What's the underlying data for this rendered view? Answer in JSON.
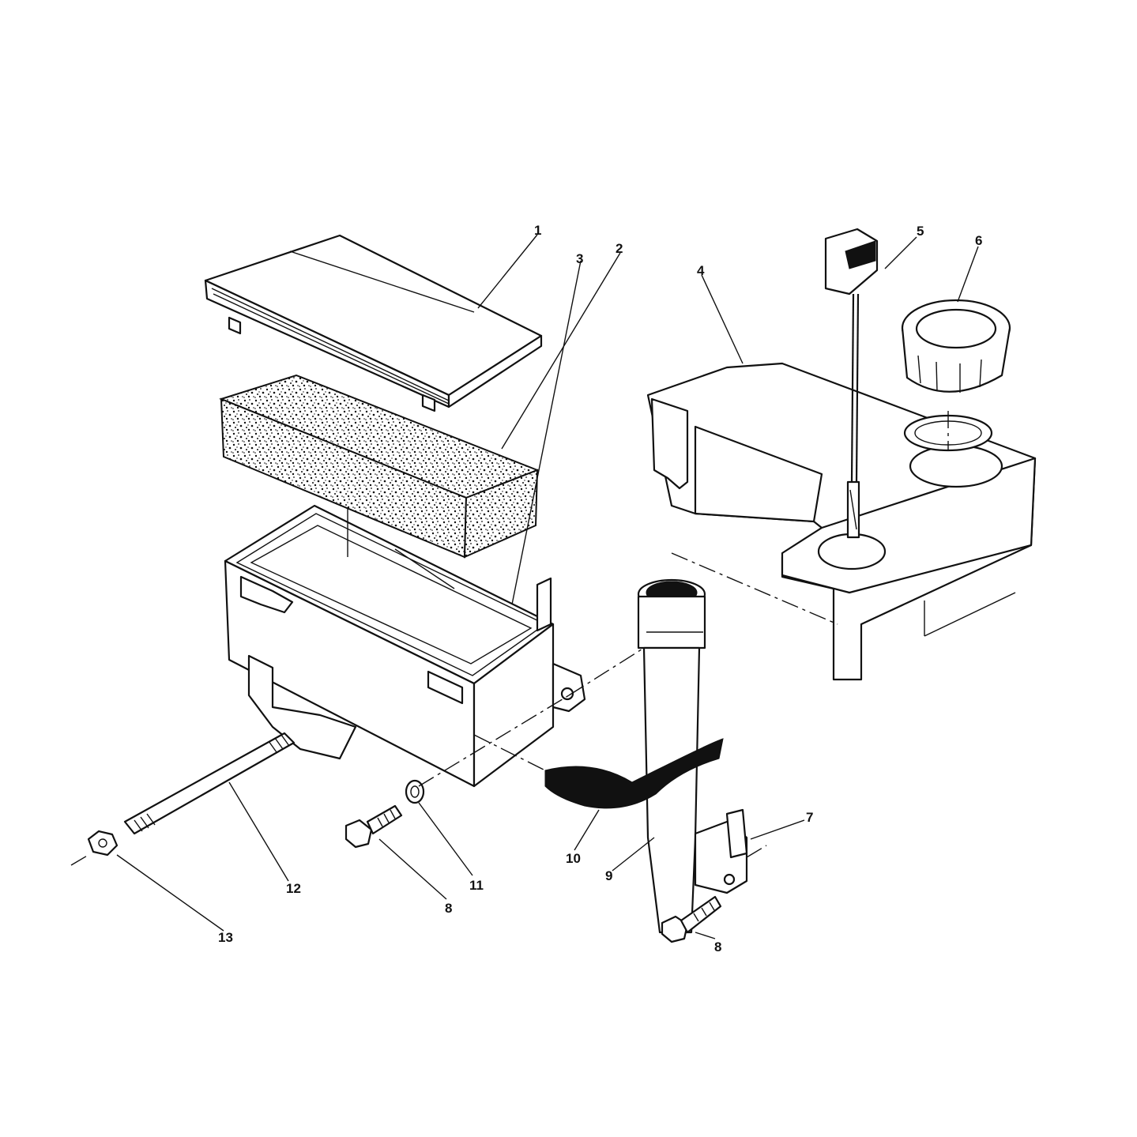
{
  "callouts": [
    {
      "id": "1",
      "label": "1"
    },
    {
      "id": "2",
      "label": "2"
    },
    {
      "id": "3",
      "label": "3"
    },
    {
      "id": "4",
      "label": "4"
    },
    {
      "id": "5",
      "label": "5"
    },
    {
      "id": "6",
      "label": "6"
    },
    {
      "id": "7",
      "label": "7"
    },
    {
      "id": "8a",
      "label": "8"
    },
    {
      "id": "8b",
      "label": "8"
    },
    {
      "id": "9",
      "label": "9"
    },
    {
      "id": "10",
      "label": "10"
    },
    {
      "id": "11",
      "label": "11"
    },
    {
      "id": "12",
      "label": "12"
    },
    {
      "id": "13",
      "label": "13"
    }
  ],
  "colors": {
    "ink": "#111111",
    "paper": "#ffffff"
  }
}
